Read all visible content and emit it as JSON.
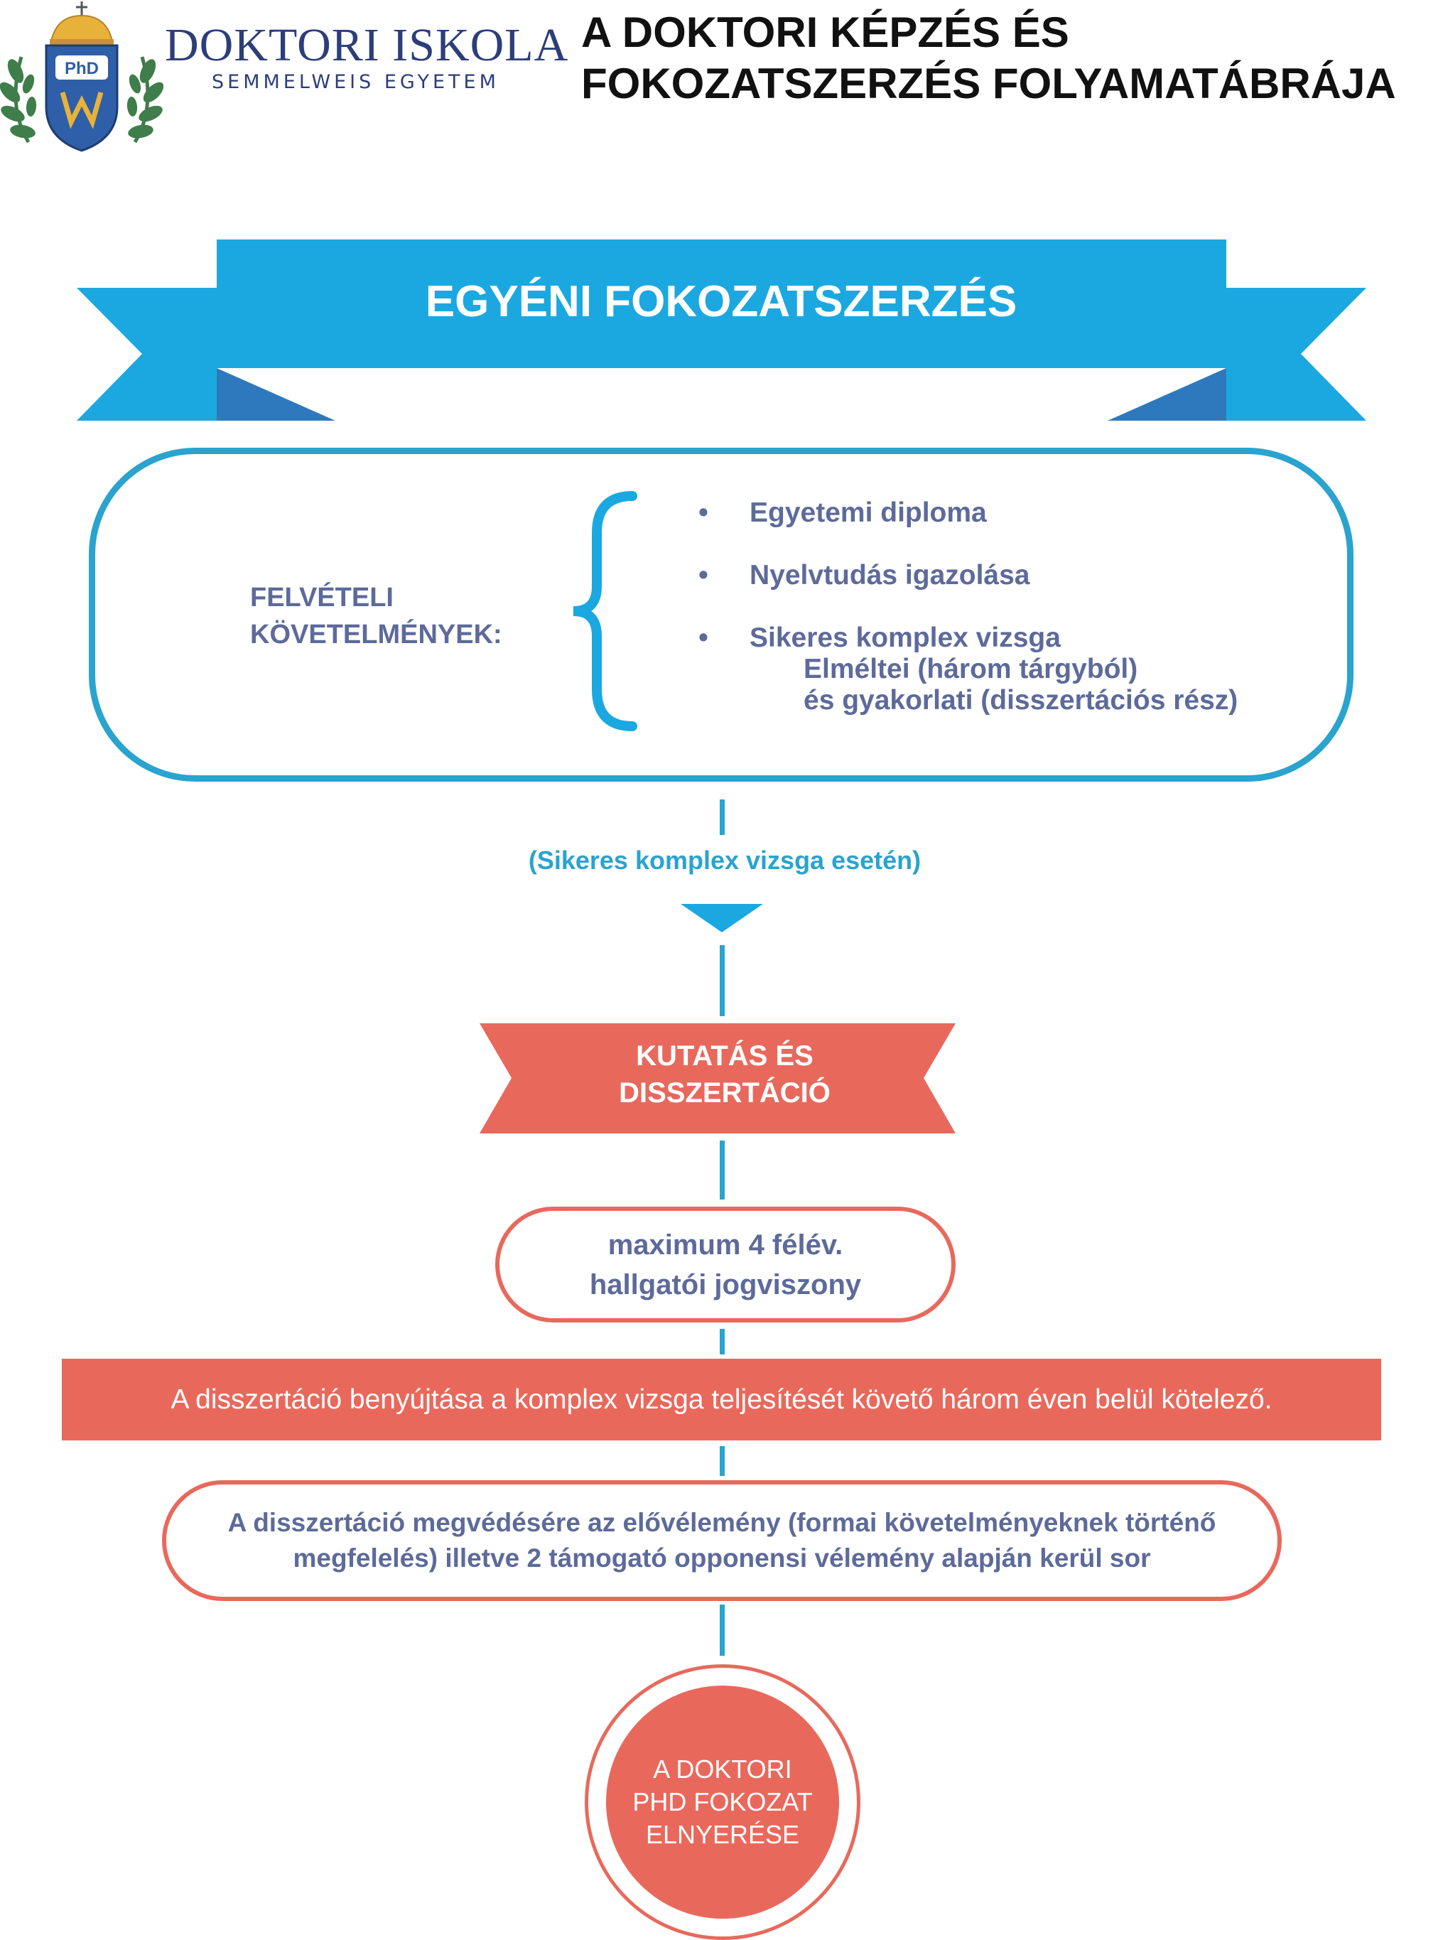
{
  "header": {
    "logo": {
      "badge_text": "PhD",
      "title": "DOKTORI ISKOLA",
      "subtitle": "SEMMELWEIS EGYETEM"
    },
    "main_title_line1": "A DOKTORI KÉPZÉS ÉS",
    "main_title_line2": "FOKOZATSZERZÉS FOLYAMATÁBRÁJA"
  },
  "ribbon": {
    "label": "EGYÉNI FOKOZATSZERZÉS"
  },
  "requirements": {
    "label_line1": "FELVÉTELI",
    "label_line2": "KÖVETELMÉNYEK:",
    "items": [
      {
        "text": "Egyetemi diploma"
      },
      {
        "text": "Nyelvtudás igazolása"
      },
      {
        "text": "Sikeres komplex vizsga",
        "sub1": "Elméltei (három tárgyból)",
        "sub2": "és gyakorlati (disszertációs rész)"
      }
    ]
  },
  "condition": "(Sikeres komplex vizsga esetén)",
  "research": {
    "line1": "KUTATÁS ÉS",
    "line2": "DISSZERTÁCIÓ"
  },
  "semester": {
    "line1": "maximum 4 félév.",
    "line2": "hallgatói jogviszony"
  },
  "notice": "A disszertáció benyújtása a komplex vizsga teljesítését követő három éven belül kötelező.",
  "defense": {
    "line1": "A disszertáció megvédésére az elővélemény (formai követelményeknek történő",
    "line2": "megfelelés) illetve 2 támogató opponensi vélemény alapján kerül sor"
  },
  "result": {
    "line1": "A DOKTORI",
    "line2": "PHD FOKOZAT",
    "line3": "ELNYERÉSE"
  },
  "colors": {
    "blue": "#1ba8e0",
    "blue_dark": "#2e79bd",
    "teal_line": "#2aa3cf",
    "coral": "#e8695c",
    "text_slate": "#5d6a9a",
    "navy": "#2c3e7a"
  }
}
